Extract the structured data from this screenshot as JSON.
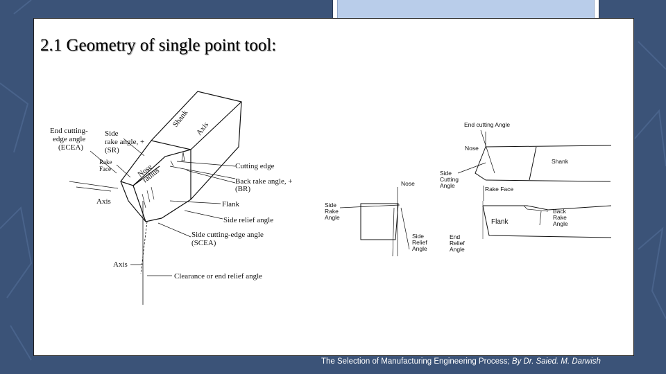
{
  "slide": {
    "title": "2.1 Geometry of single point tool:",
    "footer_text": "The Selection of Manufacturing Engineering Process; ",
    "footer_author": "By Dr. Saied. M. Darwish"
  },
  "left_diagram": {
    "labels": {
      "shank": "Shank",
      "axis_top": "Axis",
      "end_cutting_1": "End cutting-",
      "end_cutting_2": "edge angle",
      "end_cutting_3": "(ECEA)",
      "side_rake_1": "Side",
      "side_rake_2": "rake angle, +",
      "side_rake_3": "(SR)",
      "rake_face_1": "Rake",
      "rake_face_2": "Face",
      "nose_1": "Nose",
      "nose_2": "radius",
      "cutting_edge": "Cutting edge",
      "back_rake_1": "Back rake angle, +",
      "back_rake_2": "(BR)",
      "axis_left": "Axis",
      "flank": "Flank",
      "side_relief": "Side relief angle",
      "side_cutting_1": "Side cutting-edge angle",
      "side_cutting_2": "(SCEA)",
      "axis_bottom": "Axis",
      "clearance": "Clearance or end relief angle"
    }
  },
  "right_diagram": {
    "labels": {
      "end_cutting_angle": "End cutting Angle",
      "nose_top": "Nose",
      "shank": "Shank",
      "side_cutting_1": "Side",
      "side_cutting_2": "Cutting",
      "side_cutting_3": "Angle",
      "nose_mid": "Nose",
      "rake_face": "Rake Face",
      "side_rake_1": "Side",
      "side_rake_2": "Rake",
      "side_rake_3": "Angle",
      "back_rake_1": "Back",
      "back_rake_2": "Rake",
      "back_rake_3": "Angle",
      "flank": "Flank",
      "side_relief_1": "Side",
      "side_relief_2": "Relief",
      "side_relief_3": "Angle",
      "end_relief_1": "End",
      "end_relief_2": "Relief",
      "end_relief_3": "Angle"
    }
  },
  "colors": {
    "background": "#3b5378",
    "slide": "#ffffff",
    "accent_box": "#b9cdea",
    "footer_text": "#ffffff"
  }
}
